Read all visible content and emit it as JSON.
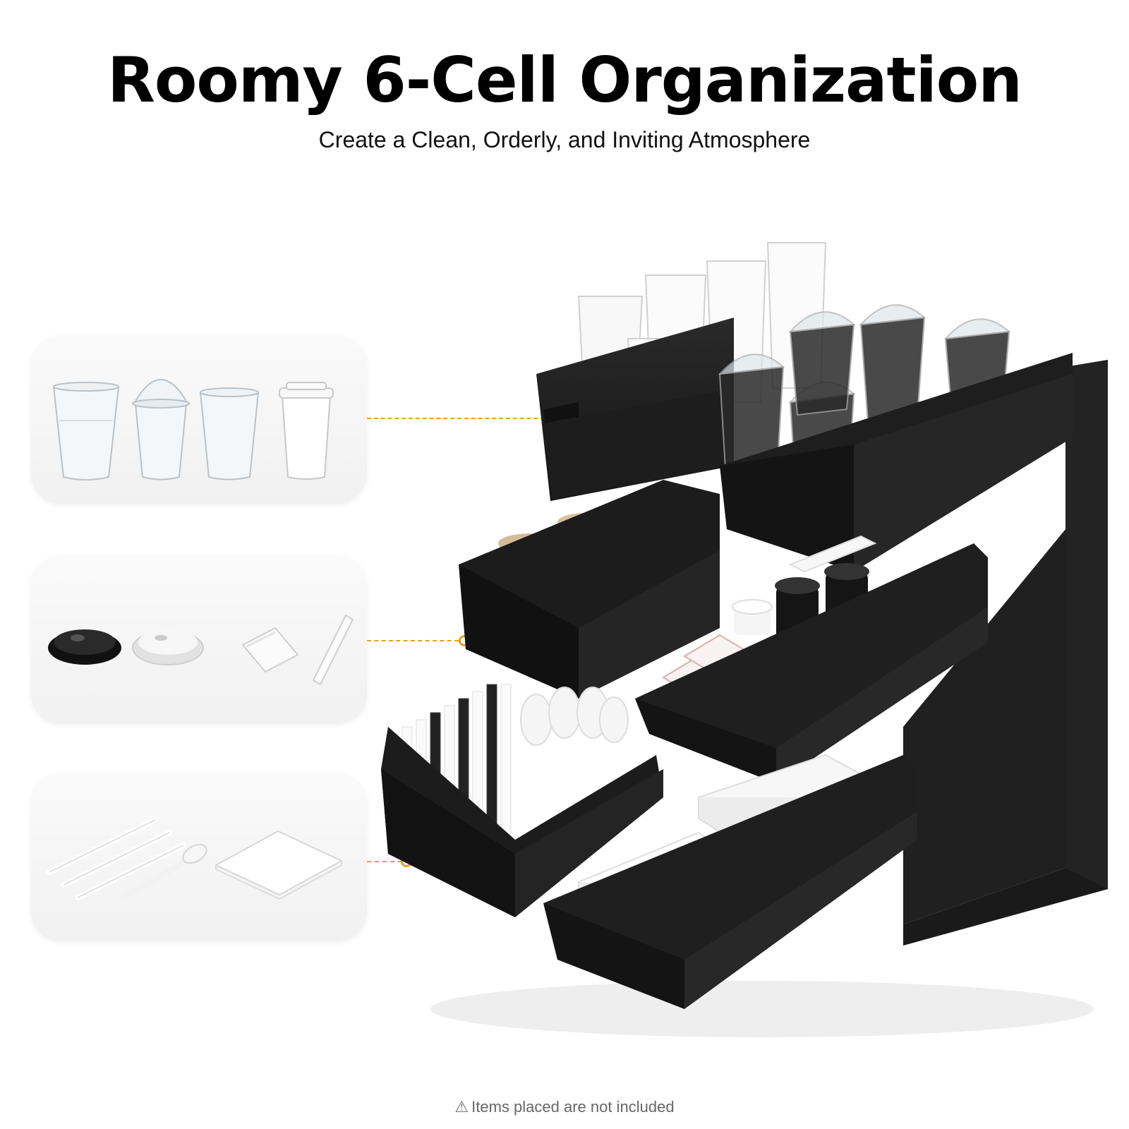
{
  "title": "Roomy 6-Cell Organization",
  "subtitle": "Create a Clean, Orderly, and Inviting Atmosphere",
  "footer_note": "Items placed are not included",
  "icons": {
    "warning": "warning-triangle-icon",
    "cups_panel": [
      "clear-plastic-cup-icon",
      "dome-lid-cup-icon",
      "clear-cup-icon",
      "paper-coffee-cup-icon"
    ],
    "lids_panel": [
      "black-lid-icon",
      "white-lid-icon",
      "condiment-packet-icon",
      "sugar-stick-icon"
    ],
    "utensils_panel": [
      "straws-icon",
      "spoon-icon",
      "napkin-icon"
    ]
  },
  "colors": {
    "accent": "#e8a11c",
    "organizer": "#1c1c1c",
    "panel_bg": "#f4f4f4"
  }
}
